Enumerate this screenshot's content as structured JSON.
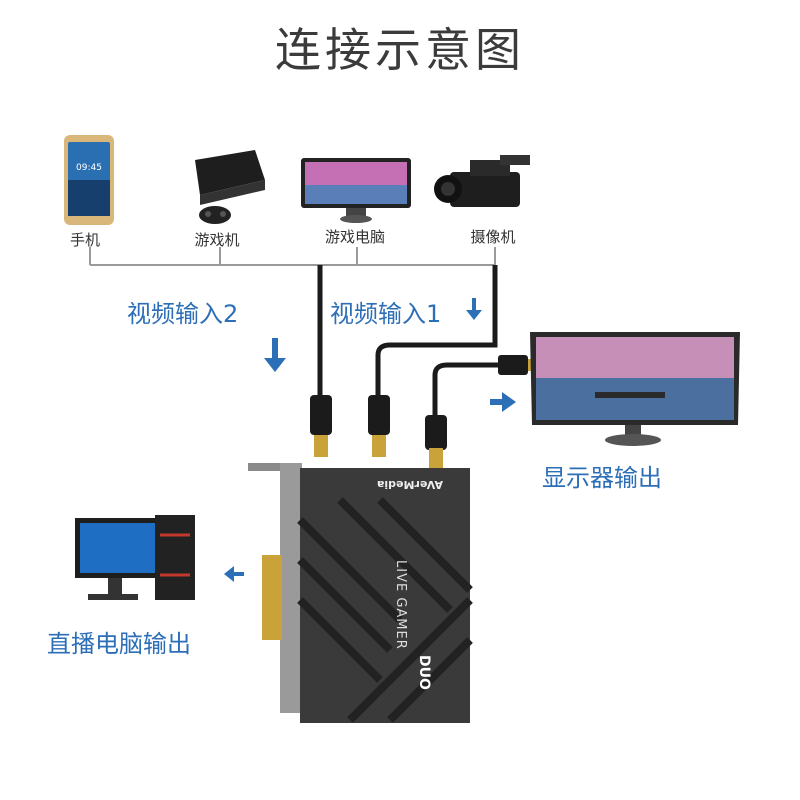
{
  "title": "连接示意图",
  "devices": {
    "phone": "手机",
    "console": "游戏机",
    "pc": "游戏电脑",
    "camera": "摄像机"
  },
  "labels": {
    "video_in_2": "视频输入2",
    "video_in_1": "视频输入1",
    "monitor_out": "显示器输出",
    "stream_pc_out": "直播电脑输出"
  },
  "card": {
    "brand": "AVerMedia",
    "model_line1": "LIVE GAMER",
    "model_line2": "DUO"
  },
  "colors": {
    "accent_blue": "#2d6fb7",
    "card_body": "#3a3a3a",
    "cable": "#1b1b1b",
    "gold": "#c9a23a"
  }
}
